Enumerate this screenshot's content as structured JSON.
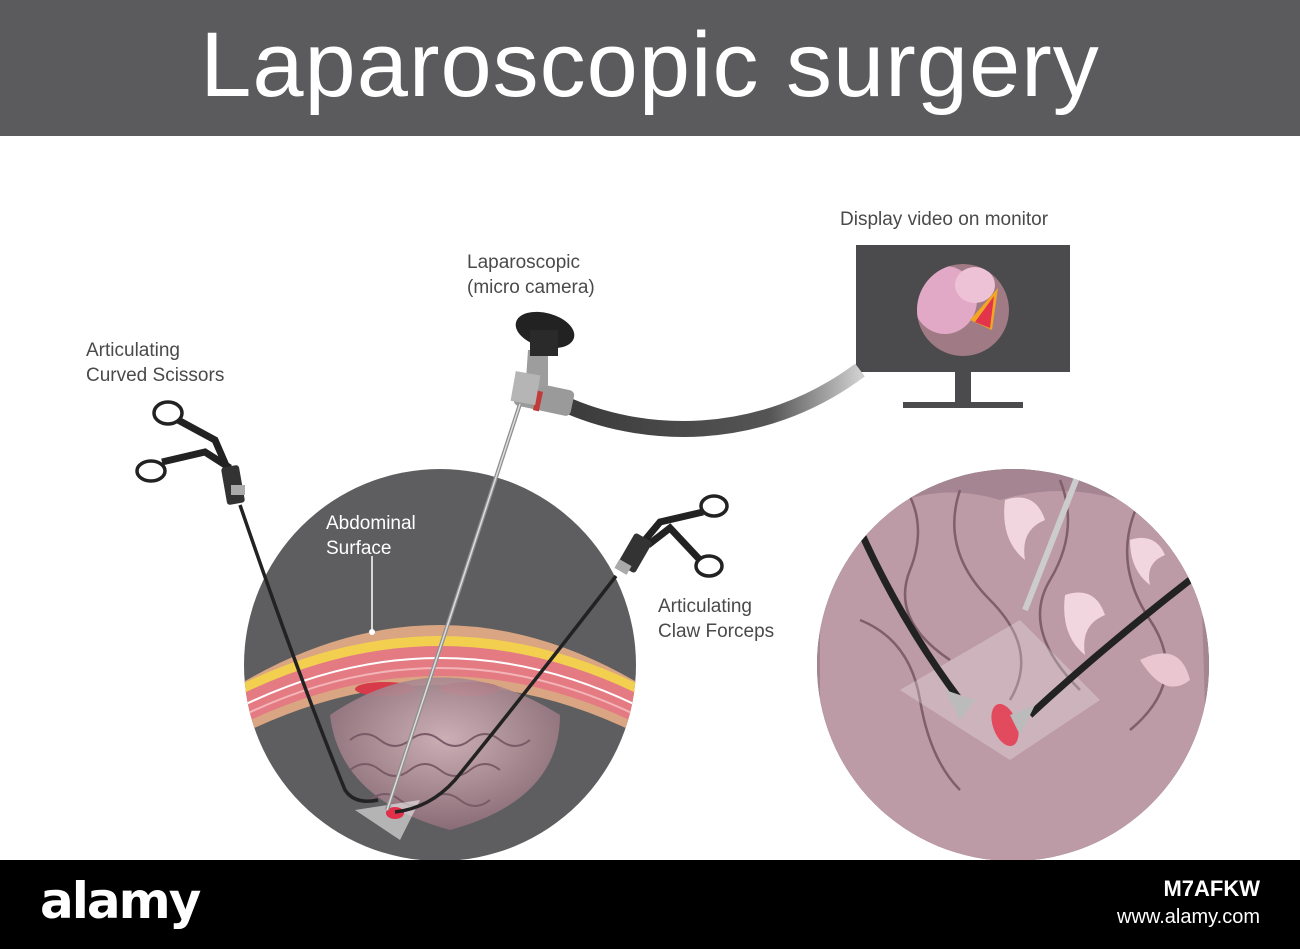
{
  "title": "Laparoscopic surgery",
  "labels": {
    "scissors_line1": "Articulating",
    "scissors_line2": "Curved Scissors",
    "camera_line1": "Laparoscopic",
    "camera_line2": "(micro camera)",
    "monitor": "Display video on monitor",
    "abdominal_line1": "Abdominal",
    "abdominal_line2": "Surface",
    "forceps_line1": "Articulating",
    "forceps_line2": "Claw Forceps"
  },
  "watermark": {
    "logo": "alamy",
    "image_id": "M7AFKW",
    "url": "www.alamy.com"
  },
  "colors": {
    "title_bar": "#5b5b5d",
    "circle_bg": "#5e5e60",
    "tissue": "#d9a582",
    "organ": "#b6909a",
    "accent_red": "#e0304a"
  },
  "icons": [
    "scissors-icon",
    "camera-scope-icon",
    "monitor-icon",
    "forceps-icon"
  ]
}
